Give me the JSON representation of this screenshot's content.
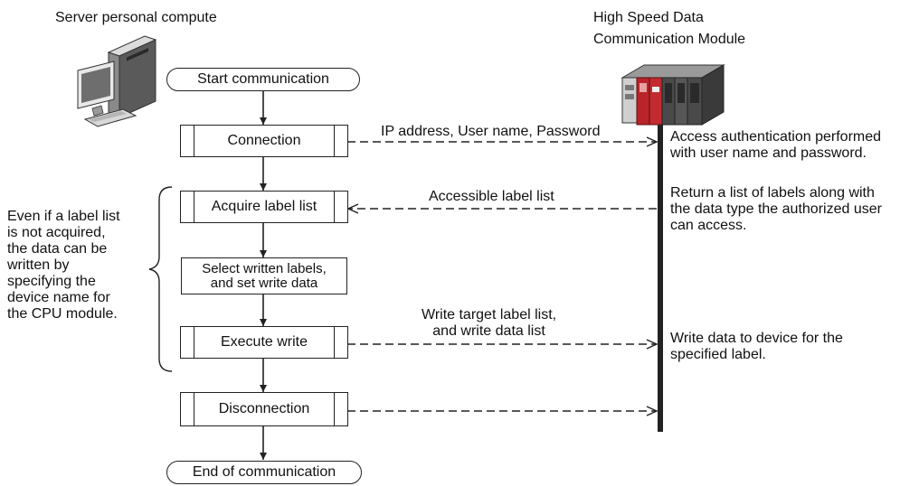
{
  "header": {
    "server_title": "Server personal compute",
    "module_title_line1": "High Speed Data",
    "module_title_line2": "Communication Module"
  },
  "flow": {
    "start": "Start communication",
    "connection": "Connection",
    "acquire": "Acquire label list",
    "select_line1": "Select written labels,",
    "select_line2": "and set write data",
    "execute": "Execute write",
    "disconnection": "Disconnection",
    "end": "End of communication"
  },
  "messages": {
    "connection": "IP address, User name, Password",
    "acquire": "Accessible label list",
    "execute": "Write target label list,\nand write data list"
  },
  "module_notes": {
    "connection": "Access authentication performed\nwith user name and password.",
    "acquire": "Return a list of labels along with\nthe data type the authorized user\ncan access.",
    "execute": "Write data to device for the\nspecified label."
  },
  "side_note": "Even if a label list\nis not acquired,\nthe data can be\nwritten by\nspecifying the\ndevice name for\nthe CPU module.",
  "icons": [
    "computer-icon",
    "plc-module-icon"
  ],
  "colors": {
    "module_red": "#b8242a",
    "module_gray": "#4a4a4a",
    "line": "#222222"
  }
}
